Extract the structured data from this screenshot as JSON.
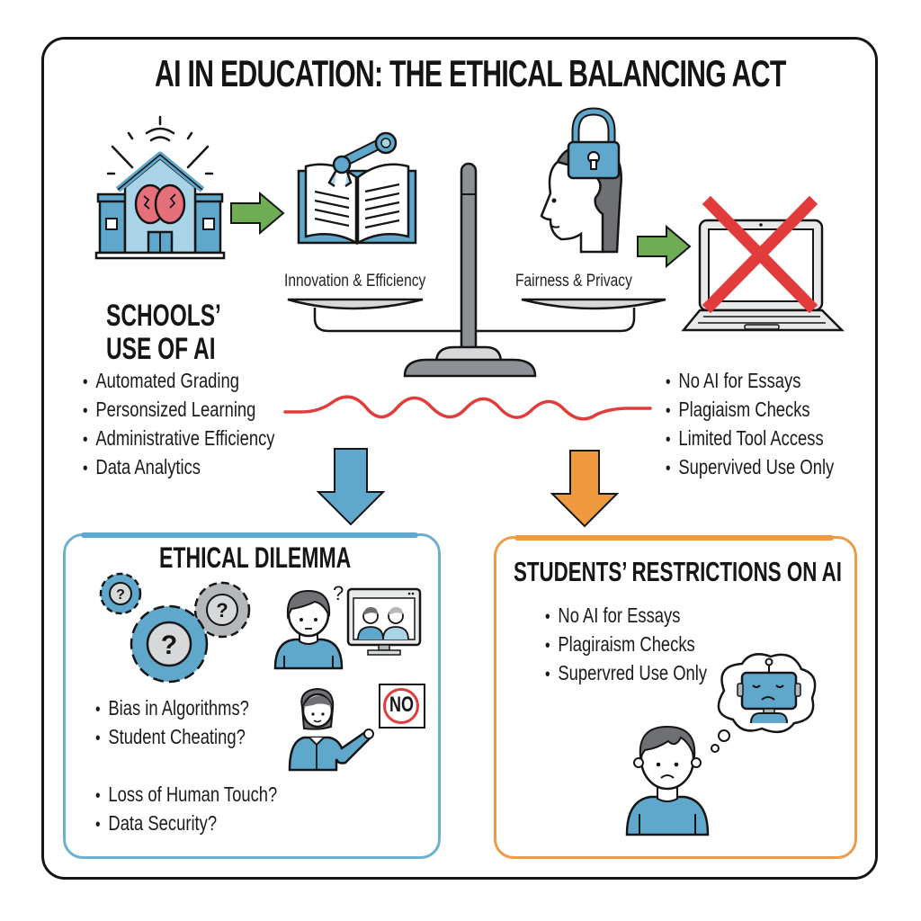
{
  "title": "AI IN EDUCATION: THE ETHICAL BALANCING ACT",
  "colors": {
    "outline": "#151515",
    "blue": "#5fa8cc",
    "blue_light": "#a9d3e6",
    "green_arrow": "#6fad55",
    "orange": "#ef9a3e",
    "red": "#e23b3b",
    "brain_pink": "#e6707a",
    "gray": "#8d9196",
    "gray_light": "#d6d8da",
    "hair_gray": "#6e7074"
  },
  "scale": {
    "left_pan_label": "Innovation & Efficiency",
    "right_pan_label": "Fairness & Privacy"
  },
  "schools": {
    "heading_line1": "SCHOOLS’",
    "heading_line2": "USE OF AI",
    "items": [
      "Automated Grading",
      "Personsized Learning",
      "Administrative Efficiency",
      "Data Analytics"
    ]
  },
  "right_list": {
    "items": [
      "No AI for Essays",
      "Plagiaism Checks",
      "Limited Tool Access",
      "Supervived Use Only"
    ]
  },
  "dilemma": {
    "heading": "ETHICAL DILEMMA",
    "items_top": [
      "Bias in Algorithms?",
      "Student Cheating?"
    ],
    "items_bottom": [
      "Loss of Human Touch?",
      "Data Security?"
    ],
    "sign_text": "NO",
    "question_mark": "?"
  },
  "restrictions": {
    "heading": "STUDENTS’ RESTRICTIONS ON AI",
    "items": [
      "No AI for Essays",
      "Plagiraism Checks",
      "Supervred Use Only"
    ]
  },
  "icons": {
    "school": "school-brain-icon",
    "book": "book-robot-arm-icon",
    "head_lock": "head-lock-icon",
    "laptop_x": "laptop-crossed-icon",
    "scale": "balance-scale-icon",
    "gears": "question-gears-icon",
    "student": "confused-student-icon",
    "monitor": "video-call-monitor-icon",
    "teacher": "teacher-pointing-icon",
    "sad_student": "sad-student-icon",
    "robot_thought": "sad-robot-thought-icon"
  }
}
